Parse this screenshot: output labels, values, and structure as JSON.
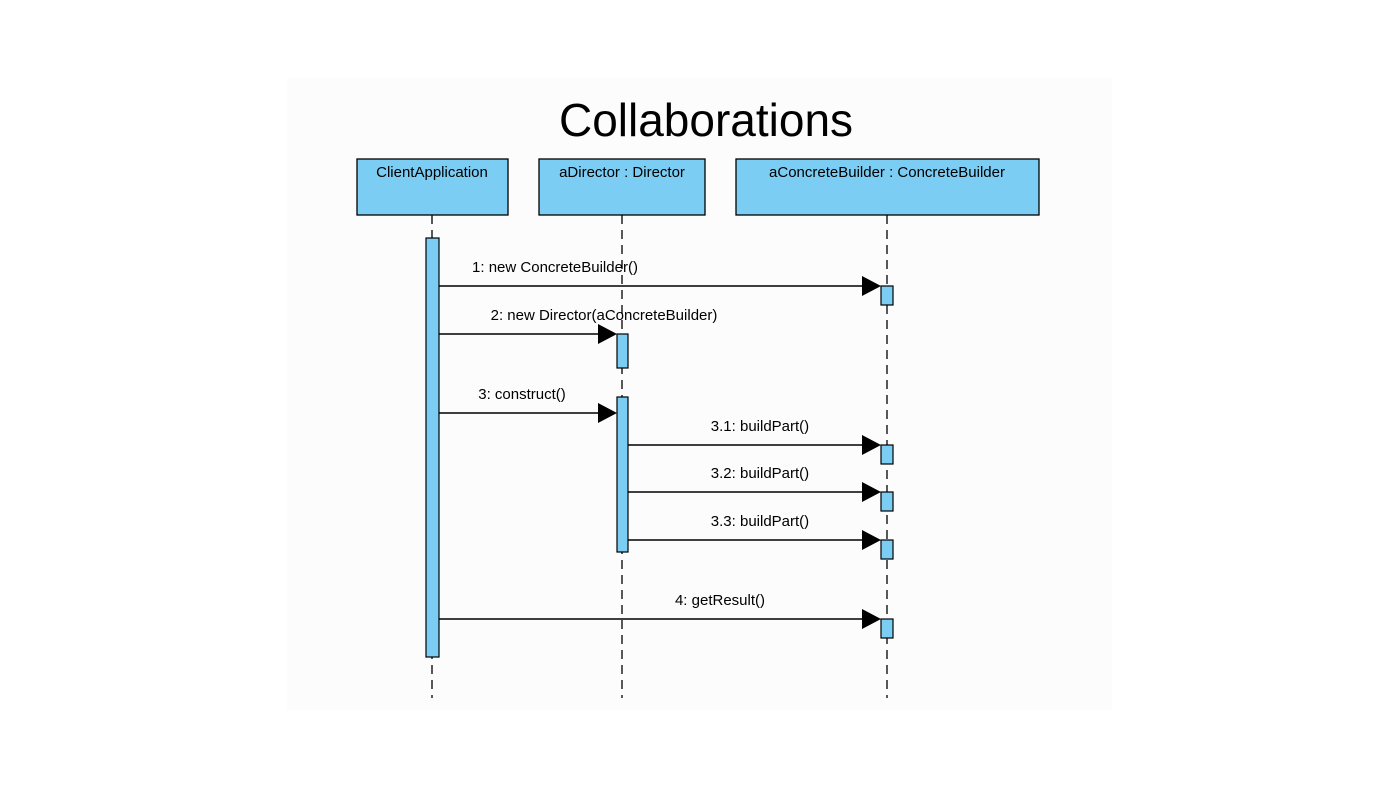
{
  "title": "Collaborations",
  "lifelines": [
    {
      "id": "client",
      "label": "ClientApplication"
    },
    {
      "id": "director",
      "label": "aDirector : Director"
    },
    {
      "id": "builder",
      "label": "aConcreteBuilder : ConcreteBuilder"
    }
  ],
  "messages": [
    {
      "from": "client",
      "to": "builder",
      "label": "1: new ConcreteBuilder()"
    },
    {
      "from": "client",
      "to": "director",
      "label": "2: new Director(aConcreteBuilder)"
    },
    {
      "from": "client",
      "to": "director",
      "label": "3: construct()"
    },
    {
      "from": "director",
      "to": "builder",
      "label": "3.1: buildPart()"
    },
    {
      "from": "director",
      "to": "builder",
      "label": "3.2: buildPart()"
    },
    {
      "from": "director",
      "to": "builder",
      "label": "3.3: buildPart()"
    },
    {
      "from": "client",
      "to": "builder",
      "label": "4: getResult()"
    }
  ],
  "colors": {
    "lifeline_fill": "#7bcdf3",
    "stroke": "#000000"
  }
}
